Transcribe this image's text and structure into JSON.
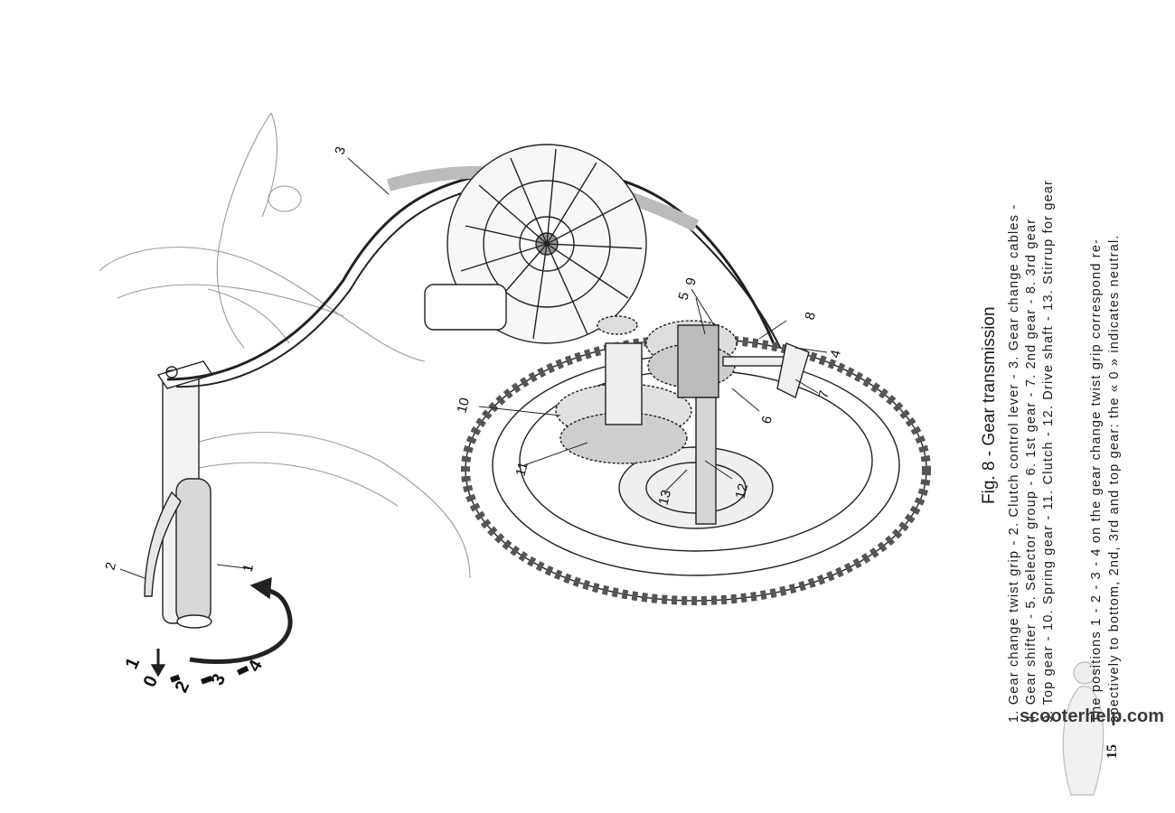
{
  "figure": {
    "title": "Fig. 8 - Gear transmission"
  },
  "legend": {
    "lines": [
      "1. Gear change twist grip - 2. Clutch control lever - 3. Gear change cables -",
      "4. Gear shifter - 5. Selector group - 6. 1st gear - 7. 2nd gear - 8. 3rd gear",
      "9. Top gear - 10. Spring gear - 11. Clutch - 12. Drive shaft - 13. Stirrup for gear"
    ]
  },
  "note": {
    "lines": [
      "The positions 1 - 2 - 3 - 4 on the gear change twist grip correspond re-",
      "spectively to bottom, 2nd, 3rd and top gear: the « 0 » indicates neutral."
    ]
  },
  "callouts": [
    "1",
    "2",
    "3",
    "4",
    "5",
    "6",
    "7",
    "8",
    "9",
    "10",
    "11",
    "12",
    "13"
  ],
  "selector_positions": [
    "1",
    "0",
    "2",
    "3",
    "4"
  ],
  "watermark": "scooterhelp.com",
  "page_number": "15"
}
